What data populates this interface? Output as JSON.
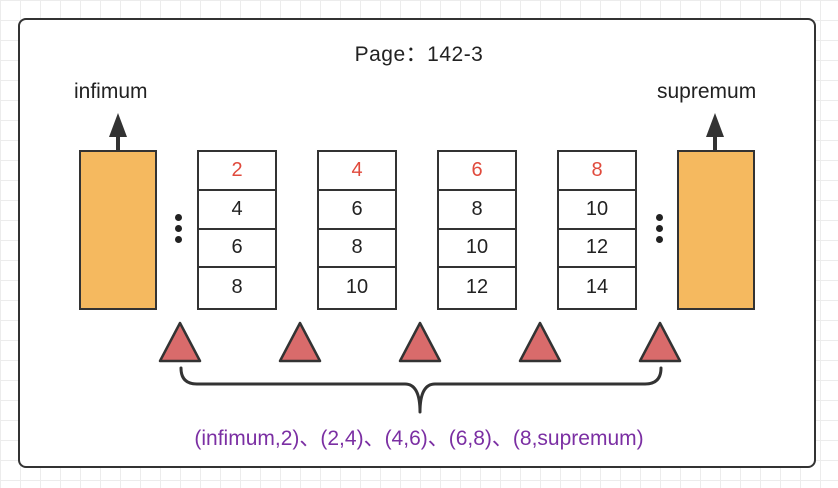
{
  "page_title": "Page：142-3",
  "infimum_label": "infimum",
  "supremum_label": "supremum",
  "slots": [
    [
      "2",
      "4",
      "6",
      "8"
    ],
    [
      "4",
      "6",
      "8",
      "10"
    ],
    [
      "6",
      "8",
      "10",
      "12"
    ],
    [
      "8",
      "10",
      "12",
      "14"
    ]
  ],
  "gaps_label": "(infimum,2)、(2,4)、(4,6)、(6,8)、(8,supremum)",
  "colors": {
    "bar_fill": "#f5b95f",
    "head_value": "#e04a3c",
    "pointer_fill": "#d96b6b",
    "gaps_text": "#7b2fa3"
  }
}
